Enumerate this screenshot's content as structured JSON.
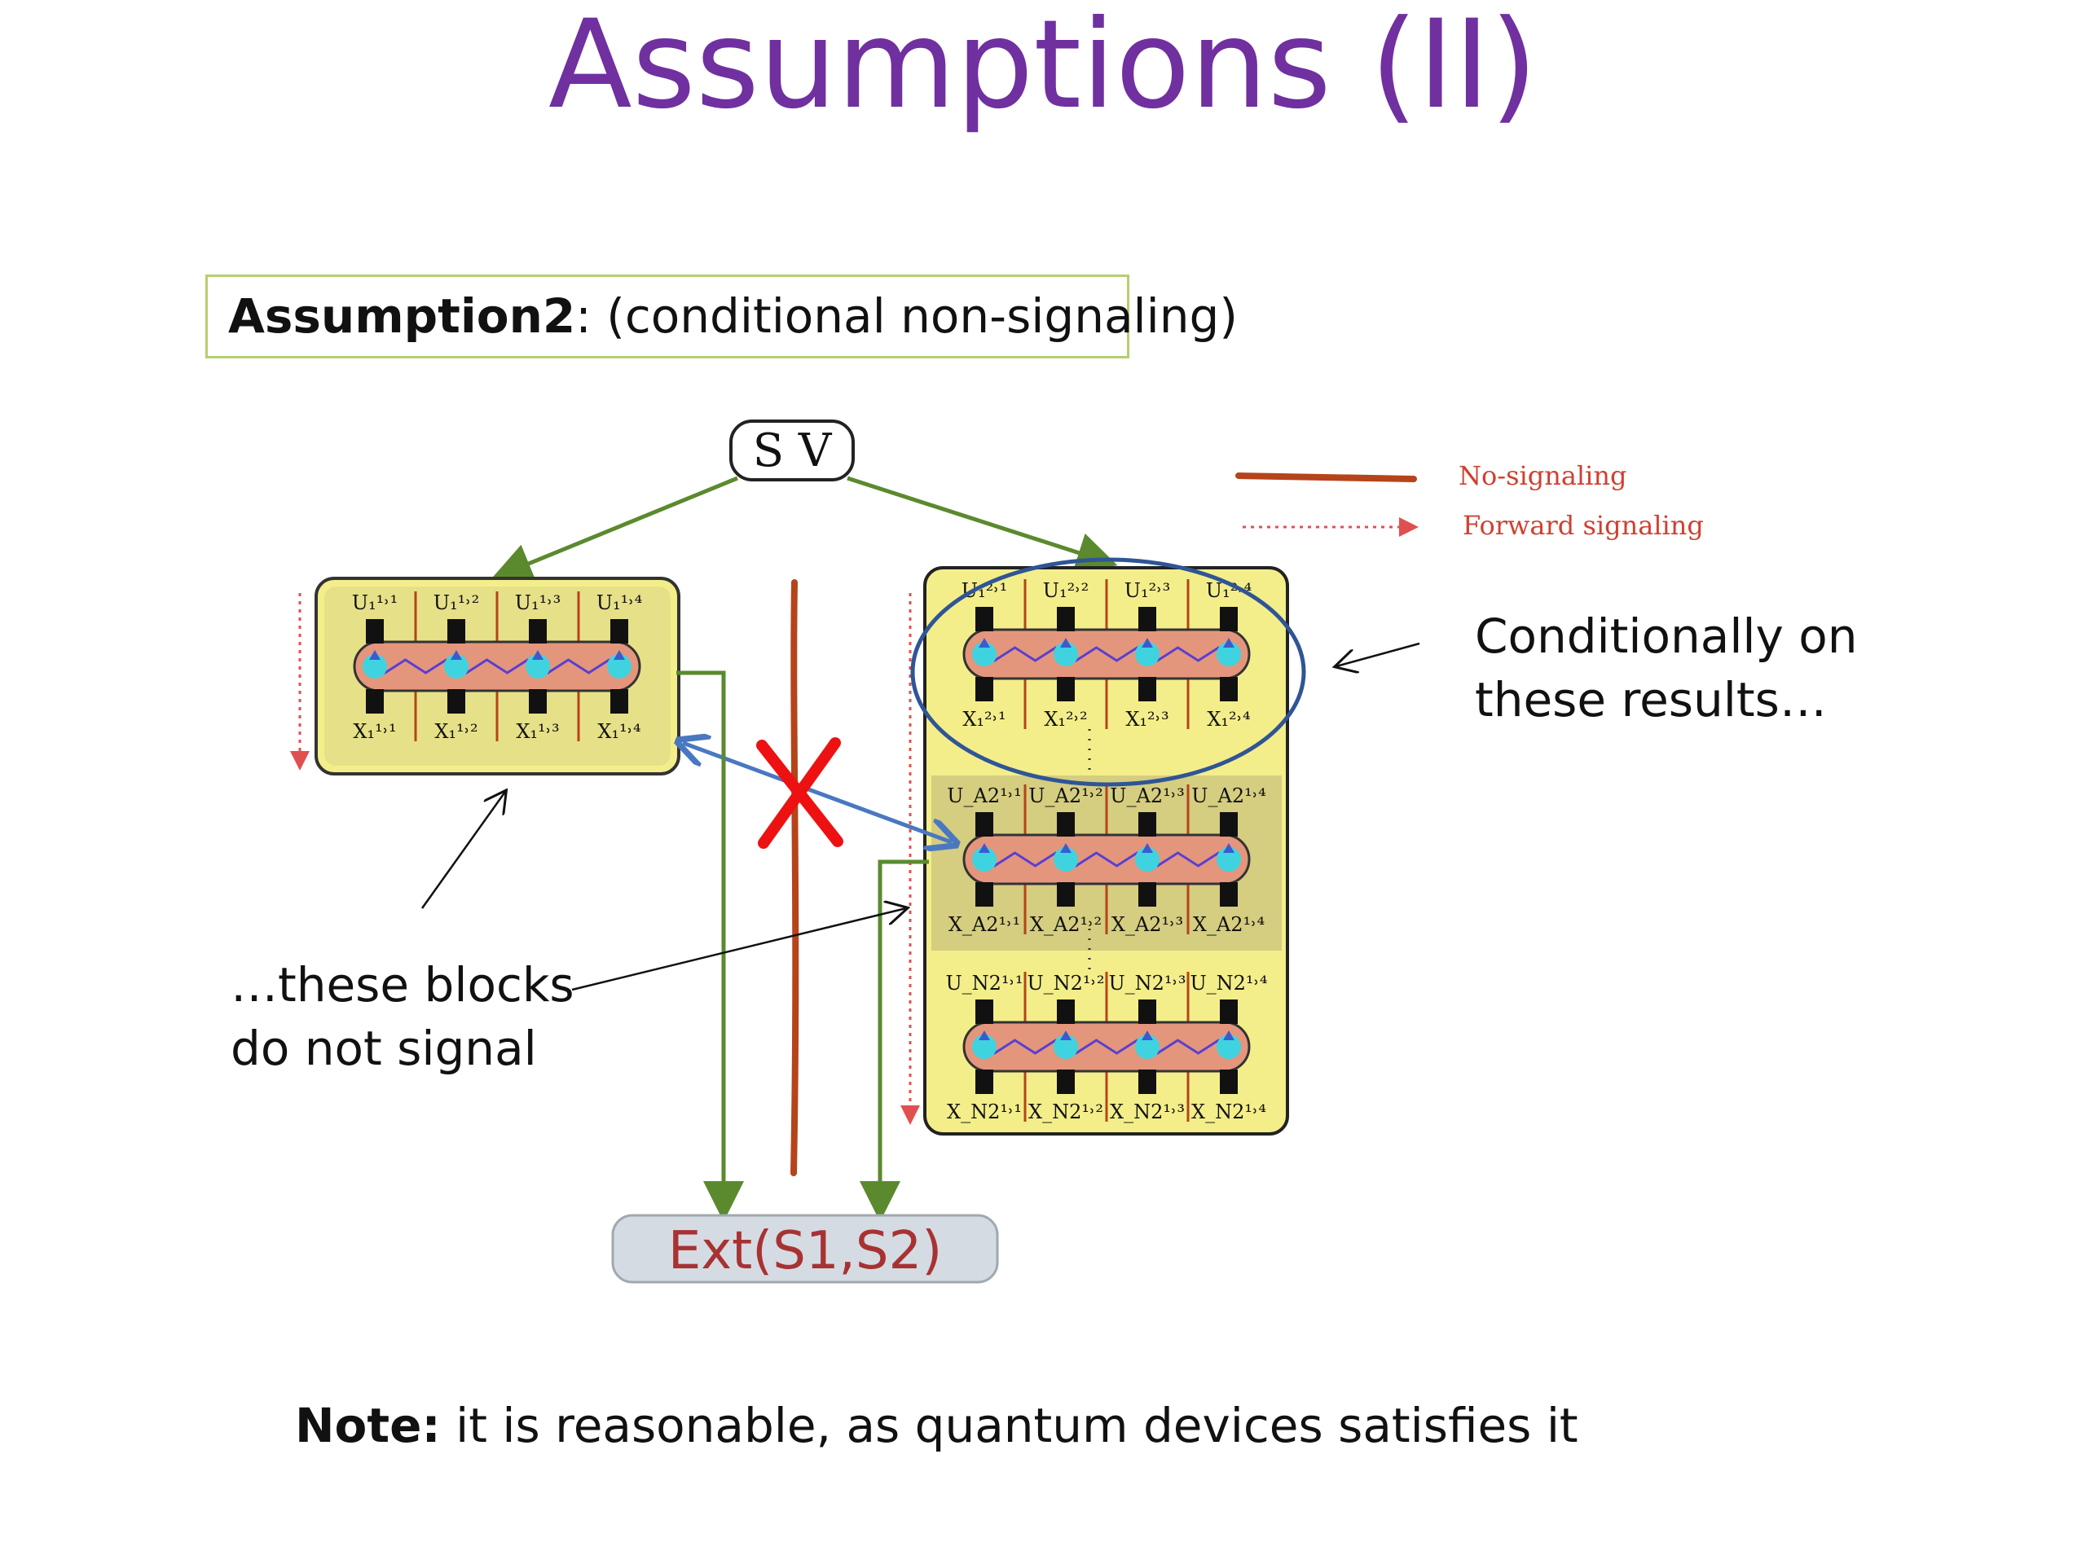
{
  "slide": {
    "title": "Assumptions (II)",
    "assumption_bold": "Assumption2",
    "assumption_rest": ": (conditional non-signaling)",
    "note_bold": "Note:",
    "note_rest": " it is reasonable, as quantum devices satisfies it",
    "annotation_right_line1": "Conditionally on",
    "annotation_right_line2": "these results…",
    "annotation_left_line1": "…these blocks",
    "annotation_left_line2": "do not signal"
  },
  "diagram": {
    "source_label": "S V",
    "extractor_label": "Ext(S1,S2)",
    "legend": {
      "no_signaling": "No-signaling",
      "forward_signaling": "Forward signaling"
    },
    "left_block": {
      "top_labels": [
        "U₁¹˒¹",
        "U₁¹˒²",
        "U₁¹˒³",
        "U₁¹˒⁴"
      ],
      "bottom_labels": [
        "X₁¹˒¹",
        "X₁¹˒²",
        "X₁¹˒³",
        "X₁¹˒⁴"
      ]
    },
    "right_block_1": {
      "top_labels": [
        "U₁²˒¹",
        "U₁²˒²",
        "U₁²˒³",
        "U₁²˒⁴"
      ],
      "bottom_labels": [
        "X₁²˒¹",
        "X₁²˒²",
        "X₁²˒³",
        "X₁²˒⁴"
      ]
    },
    "right_block_2": {
      "top_labels": [
        "U_A2¹˒¹",
        "U_A2¹˒²",
        "U_A2¹˒³",
        "U_A2¹˒⁴"
      ],
      "bottom_labels": [
        "X_A2¹˒¹",
        "X_A2¹˒²",
        "X_A2¹˒³",
        "X_A2¹˒⁴"
      ]
    },
    "right_block_3": {
      "top_labels": [
        "U_N2¹˒¹",
        "U_N2¹˒²",
        "U_N2¹˒³",
        "U_N2¹˒⁴"
      ],
      "bottom_labels": [
        "X_N2¹˒¹",
        "X_N2¹˒²",
        "X_N2¹˒³",
        "X_N2¹˒⁴"
      ]
    },
    "colors": {
      "title": "#7030a0",
      "green_arrow": "#5b8a2e",
      "no_signal_line": "#b5441a",
      "forward_dotted": "#e05050",
      "blue": "#4a78c0",
      "cross": "#ee1111",
      "block_fill": "#f3ee8a",
      "pill_fill": "#e4967c"
    }
  }
}
